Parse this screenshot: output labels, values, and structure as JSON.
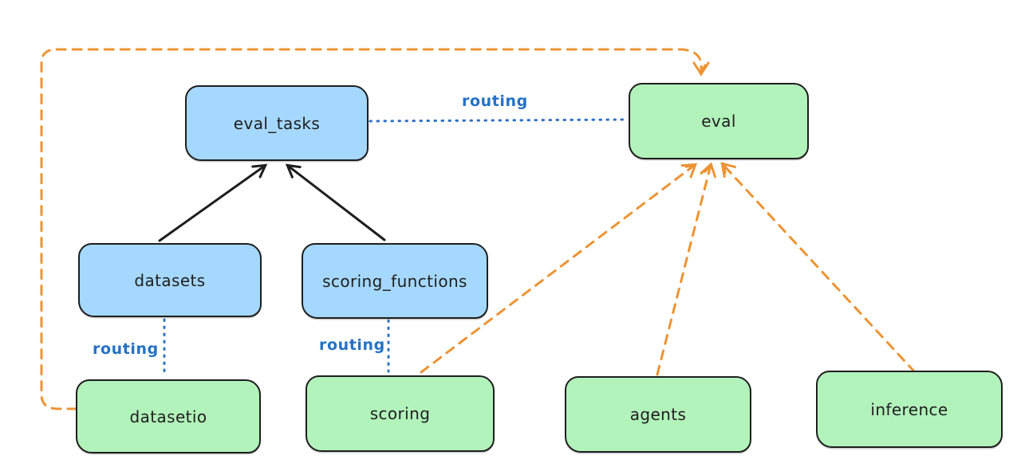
{
  "diagram": {
    "nodes": {
      "eval_tasks": {
        "label": "eval_tasks",
        "fill": "#a5d8ff"
      },
      "eval": {
        "label": "eval",
        "fill": "#b2f2bb"
      },
      "datasets": {
        "label": "datasets",
        "fill": "#a5d8ff"
      },
      "scoring_functions": {
        "label": "scoring_functions",
        "fill": "#a5d8ff"
      },
      "datasetio": {
        "label": "datasetio",
        "fill": "#b2f2bb"
      },
      "scoring": {
        "label": "scoring",
        "fill": "#b2f2bb"
      },
      "agents": {
        "label": "agents",
        "fill": "#b2f2bb"
      },
      "inference": {
        "label": "inference",
        "fill": "#b2f2bb"
      }
    },
    "edge_labels": {
      "eval_tasks_eval": "routing",
      "datasets_datasetio": "routing",
      "scoring_functions_scoring": "routing"
    },
    "edges": [
      {
        "from": "datasets",
        "to": "eval_tasks",
        "style": "solid-black-arrow"
      },
      {
        "from": "scoring_functions",
        "to": "eval_tasks",
        "style": "solid-black-arrow"
      },
      {
        "from": "eval_tasks",
        "to": "eval",
        "style": "dotted-blue",
        "label": "routing"
      },
      {
        "from": "datasets",
        "to": "datasetio",
        "style": "dotted-blue",
        "label": "routing"
      },
      {
        "from": "scoring_functions",
        "to": "scoring",
        "style": "dotted-blue",
        "label": "routing"
      },
      {
        "from": "datasetio",
        "to": "eval",
        "style": "dashed-orange-arrow"
      },
      {
        "from": "scoring",
        "to": "eval",
        "style": "dashed-orange-arrow"
      },
      {
        "from": "agents",
        "to": "eval",
        "style": "dashed-orange-arrow"
      },
      {
        "from": "inference",
        "to": "eval",
        "style": "dashed-orange-arrow"
      }
    ],
    "colors": {
      "blue_fill": "#a5d8ff",
      "green_fill": "#b2f2bb",
      "stroke": "#1e1e1e",
      "routing_blue": "#2572c4",
      "orange": "#ec9434",
      "background": "#ffffff"
    }
  }
}
